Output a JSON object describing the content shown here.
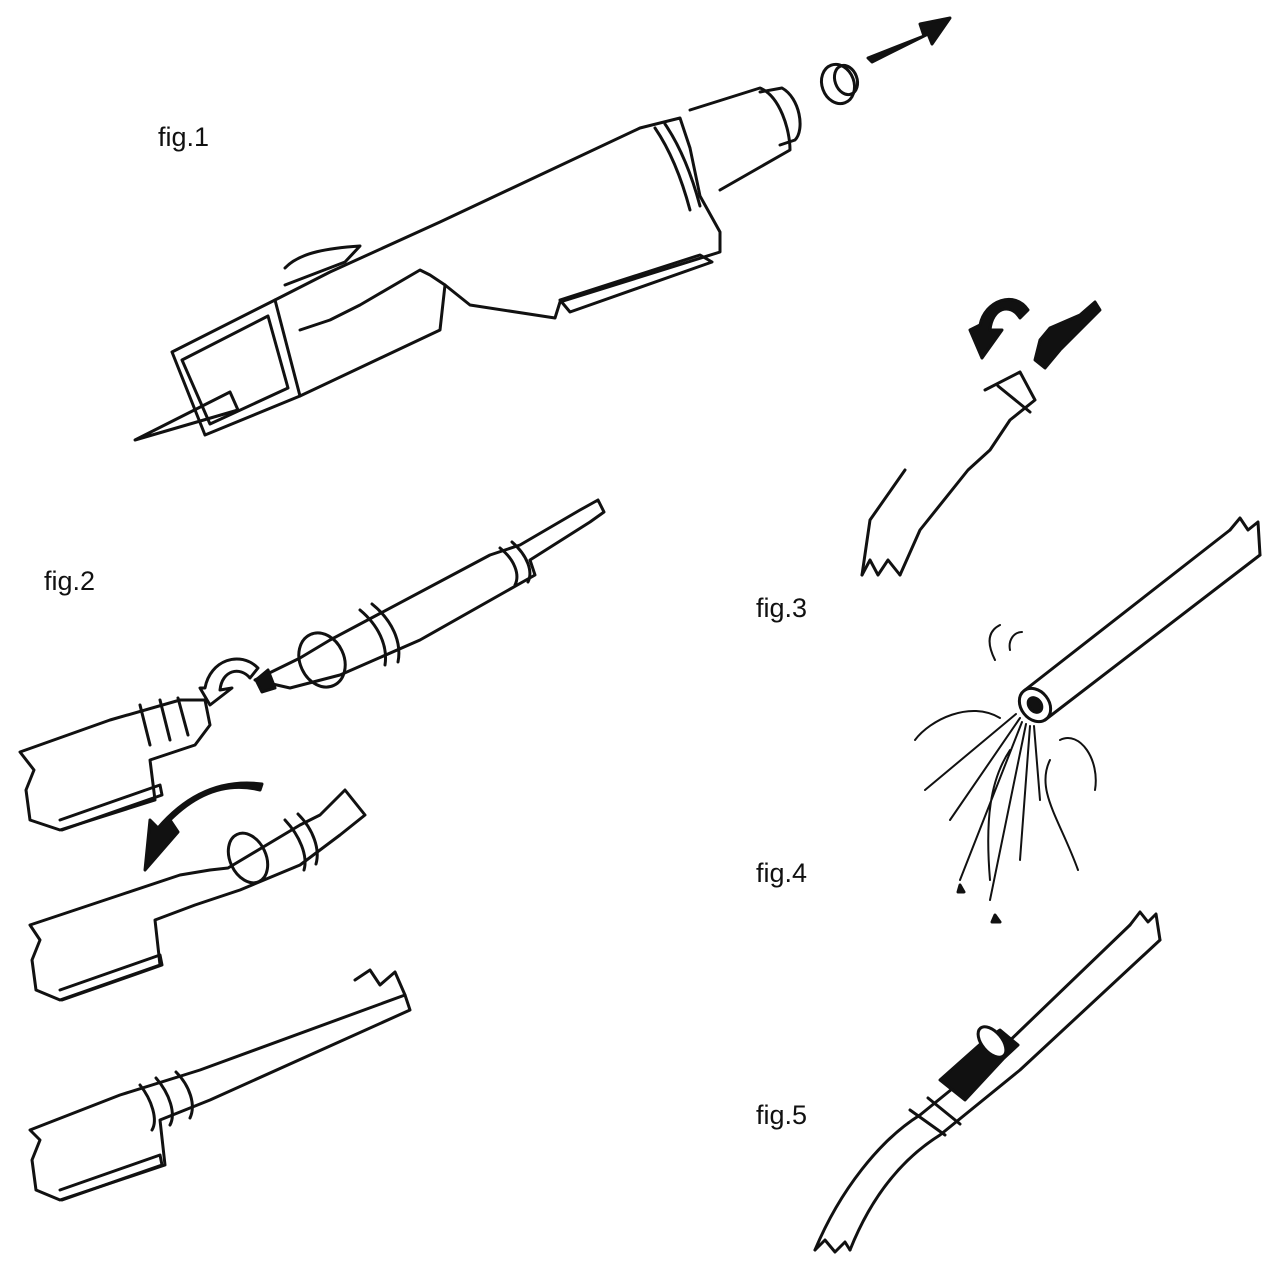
{
  "figures": {
    "fig1": {
      "label": "fig.1"
    },
    "fig2": {
      "label": "fig.2"
    },
    "fig3": {
      "label": "fig.3"
    },
    "fig4": {
      "label": "fig.4"
    },
    "fig5": {
      "label": "fig.5"
    }
  },
  "colors": {
    "ink": "#111111",
    "paper": "#ffffff"
  }
}
